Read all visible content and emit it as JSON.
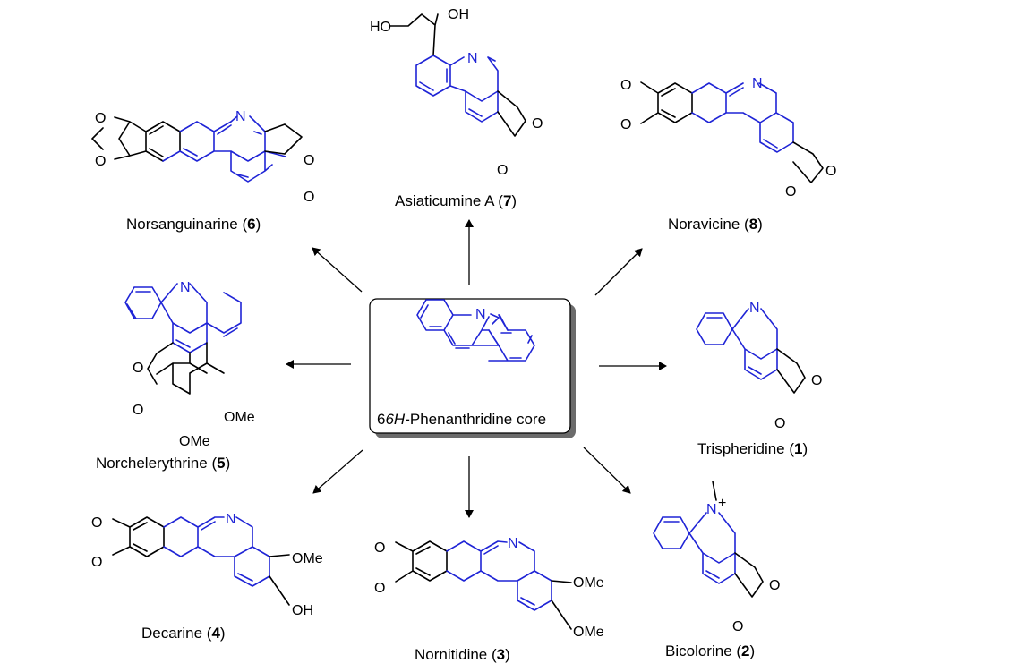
{
  "colors": {
    "core": "#1f24d6",
    "substituent": "#000000",
    "background": "#ffffff"
  },
  "core": {
    "label_italic": "6H",
    "label_rest": "-Phenanthridine core"
  },
  "compounds": [
    {
      "name": "Norsanguinarine",
      "number": "6"
    },
    {
      "name": "Asiaticumine A",
      "number": "7"
    },
    {
      "name": "Noravicine",
      "number": "8"
    },
    {
      "name": "Trispheridine",
      "number": "1"
    },
    {
      "name": "Bicolorine",
      "number": "2"
    },
    {
      "name": "Nornitidine",
      "number": "3"
    },
    {
      "name": "Decarine",
      "number": "4"
    },
    {
      "name": "Norchelerythrine",
      "number": "5"
    }
  ],
  "atoms": {
    "nitrogen": "N",
    "nitrogen_cation": "N",
    "plus": "+",
    "oxygen": "O",
    "hydroxyl": "OH",
    "hydroxyl_left": "HO",
    "methoxy": "OMe"
  }
}
